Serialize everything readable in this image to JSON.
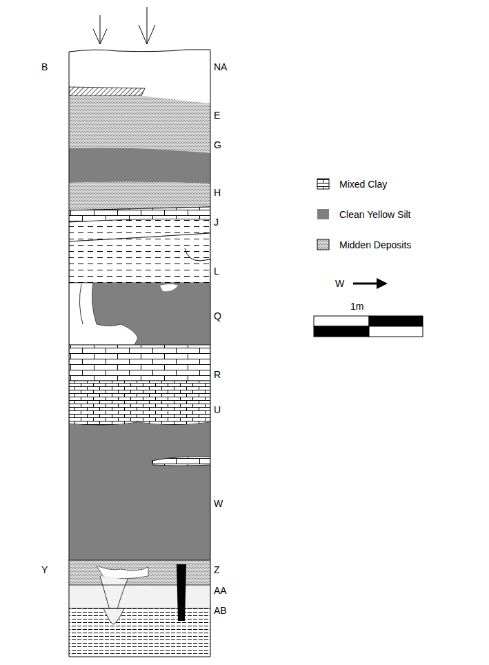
{
  "diagram": {
    "labels": [
      "B",
      "NA",
      "E",
      "G",
      "H",
      "J",
      "L",
      "Q",
      "R",
      "U",
      "W",
      "Y",
      "Z",
      "AA",
      "AB",
      "W",
      "1m"
    ],
    "legend": [
      {
        "text": "Mixed Clay"
      },
      {
        "text": "Clean Yellow Silt",
        "color": "#808080"
      },
      {
        "text": "Midden Deposits"
      }
    ]
  }
}
